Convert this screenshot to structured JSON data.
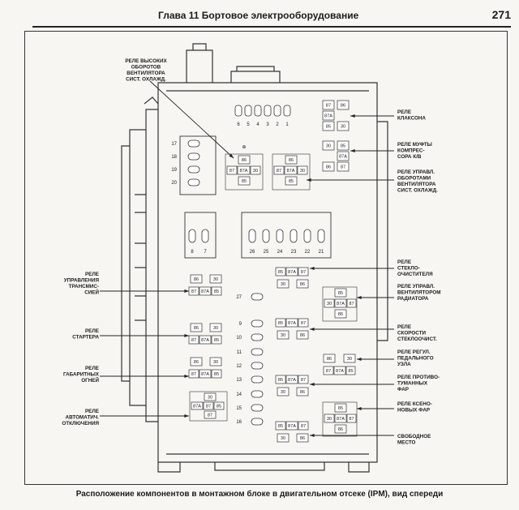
{
  "header": {
    "title": "Глава 11 Бортовое электрооборудование",
    "page_number": "271"
  },
  "caption": "Расположение компонентов в монтажном блоке в двигательном отсеке (IPM), вид спереди",
  "left_labels": [
    [
      "РЕЛЕ ВЫСОКИХ",
      "ОБОРОТОВ",
      "ВЕНТИЛЯТОРА",
      "СИСТ. ОХЛАЖД."
    ],
    [
      "РЕЛЕ",
      "УПРАВЛЕНИЯ",
      "ТРАНСМИС-",
      "СИЕЙ"
    ],
    [
      "РЕЛЕ",
      "СТАРТЕРА"
    ],
    [
      "РЕЛЕ",
      "ГАБАРИТНЫХ",
      "ОГНЕЙ"
    ],
    [
      "РЕЛЕ",
      "АВТОМАТИЧ.",
      "ОТКЛЮЧЕНИЯ"
    ]
  ],
  "right_labels": [
    [
      "РЕЛЕ",
      "КЛАКСОНА"
    ],
    [
      "РЕЛЕ МУФТЫ",
      "КОМПРЕС-",
      "СОРА К/В"
    ],
    [
      "РЕЛЕ УПРАВЛ.",
      "ОБОРОТАМИ",
      "ВЕНТИЛЯТОРА",
      "СИСТ. ОХЛАЖД."
    ],
    [
      "РЕЛЕ",
      "СТЕКЛО-",
      "ОЧИСТИТЕЛЯ"
    ],
    [
      "РЕЛЕ УПРАВЛ.",
      "ВЕНТИЛЯТОРОМ",
      "РАДИАТОРА"
    ],
    [
      "РЕЛЕ",
      "СКОРОСТИ",
      "СТЕКЛООЧИСТ."
    ],
    [
      "РЕЛЕ РЕГУЛ.",
      "ПЕДАЛЬНОГО",
      "УЗЛА"
    ],
    [
      "РЕЛЕ ПРОТИВО-",
      "ТУМАННЫХ",
      "ФАР"
    ],
    [
      "РЕЛЕ КСЕНО-",
      "НОВЫХ ФАР"
    ],
    [
      "СВОБОДНОЕ",
      "МЕСТО"
    ]
  ],
  "fuse_numbers": {
    "top_row": [
      "6",
      "5",
      "4",
      "3",
      "2",
      "1"
    ],
    "left_column": [
      "17",
      "18",
      "19",
      "20"
    ],
    "left_pair": [
      "8",
      "7"
    ],
    "middle_row": [
      "26",
      "25",
      "24",
      "23",
      "22",
      "21"
    ],
    "center_column": [
      "27",
      "9",
      "10",
      "11",
      "12",
      "13",
      "14",
      "15",
      "16"
    ]
  },
  "relay_terminals": {
    "t85": "85",
    "t86": "86",
    "t87": "87",
    "t87a": "87A",
    "t30": "30"
  },
  "ground_symbol": "⊕"
}
